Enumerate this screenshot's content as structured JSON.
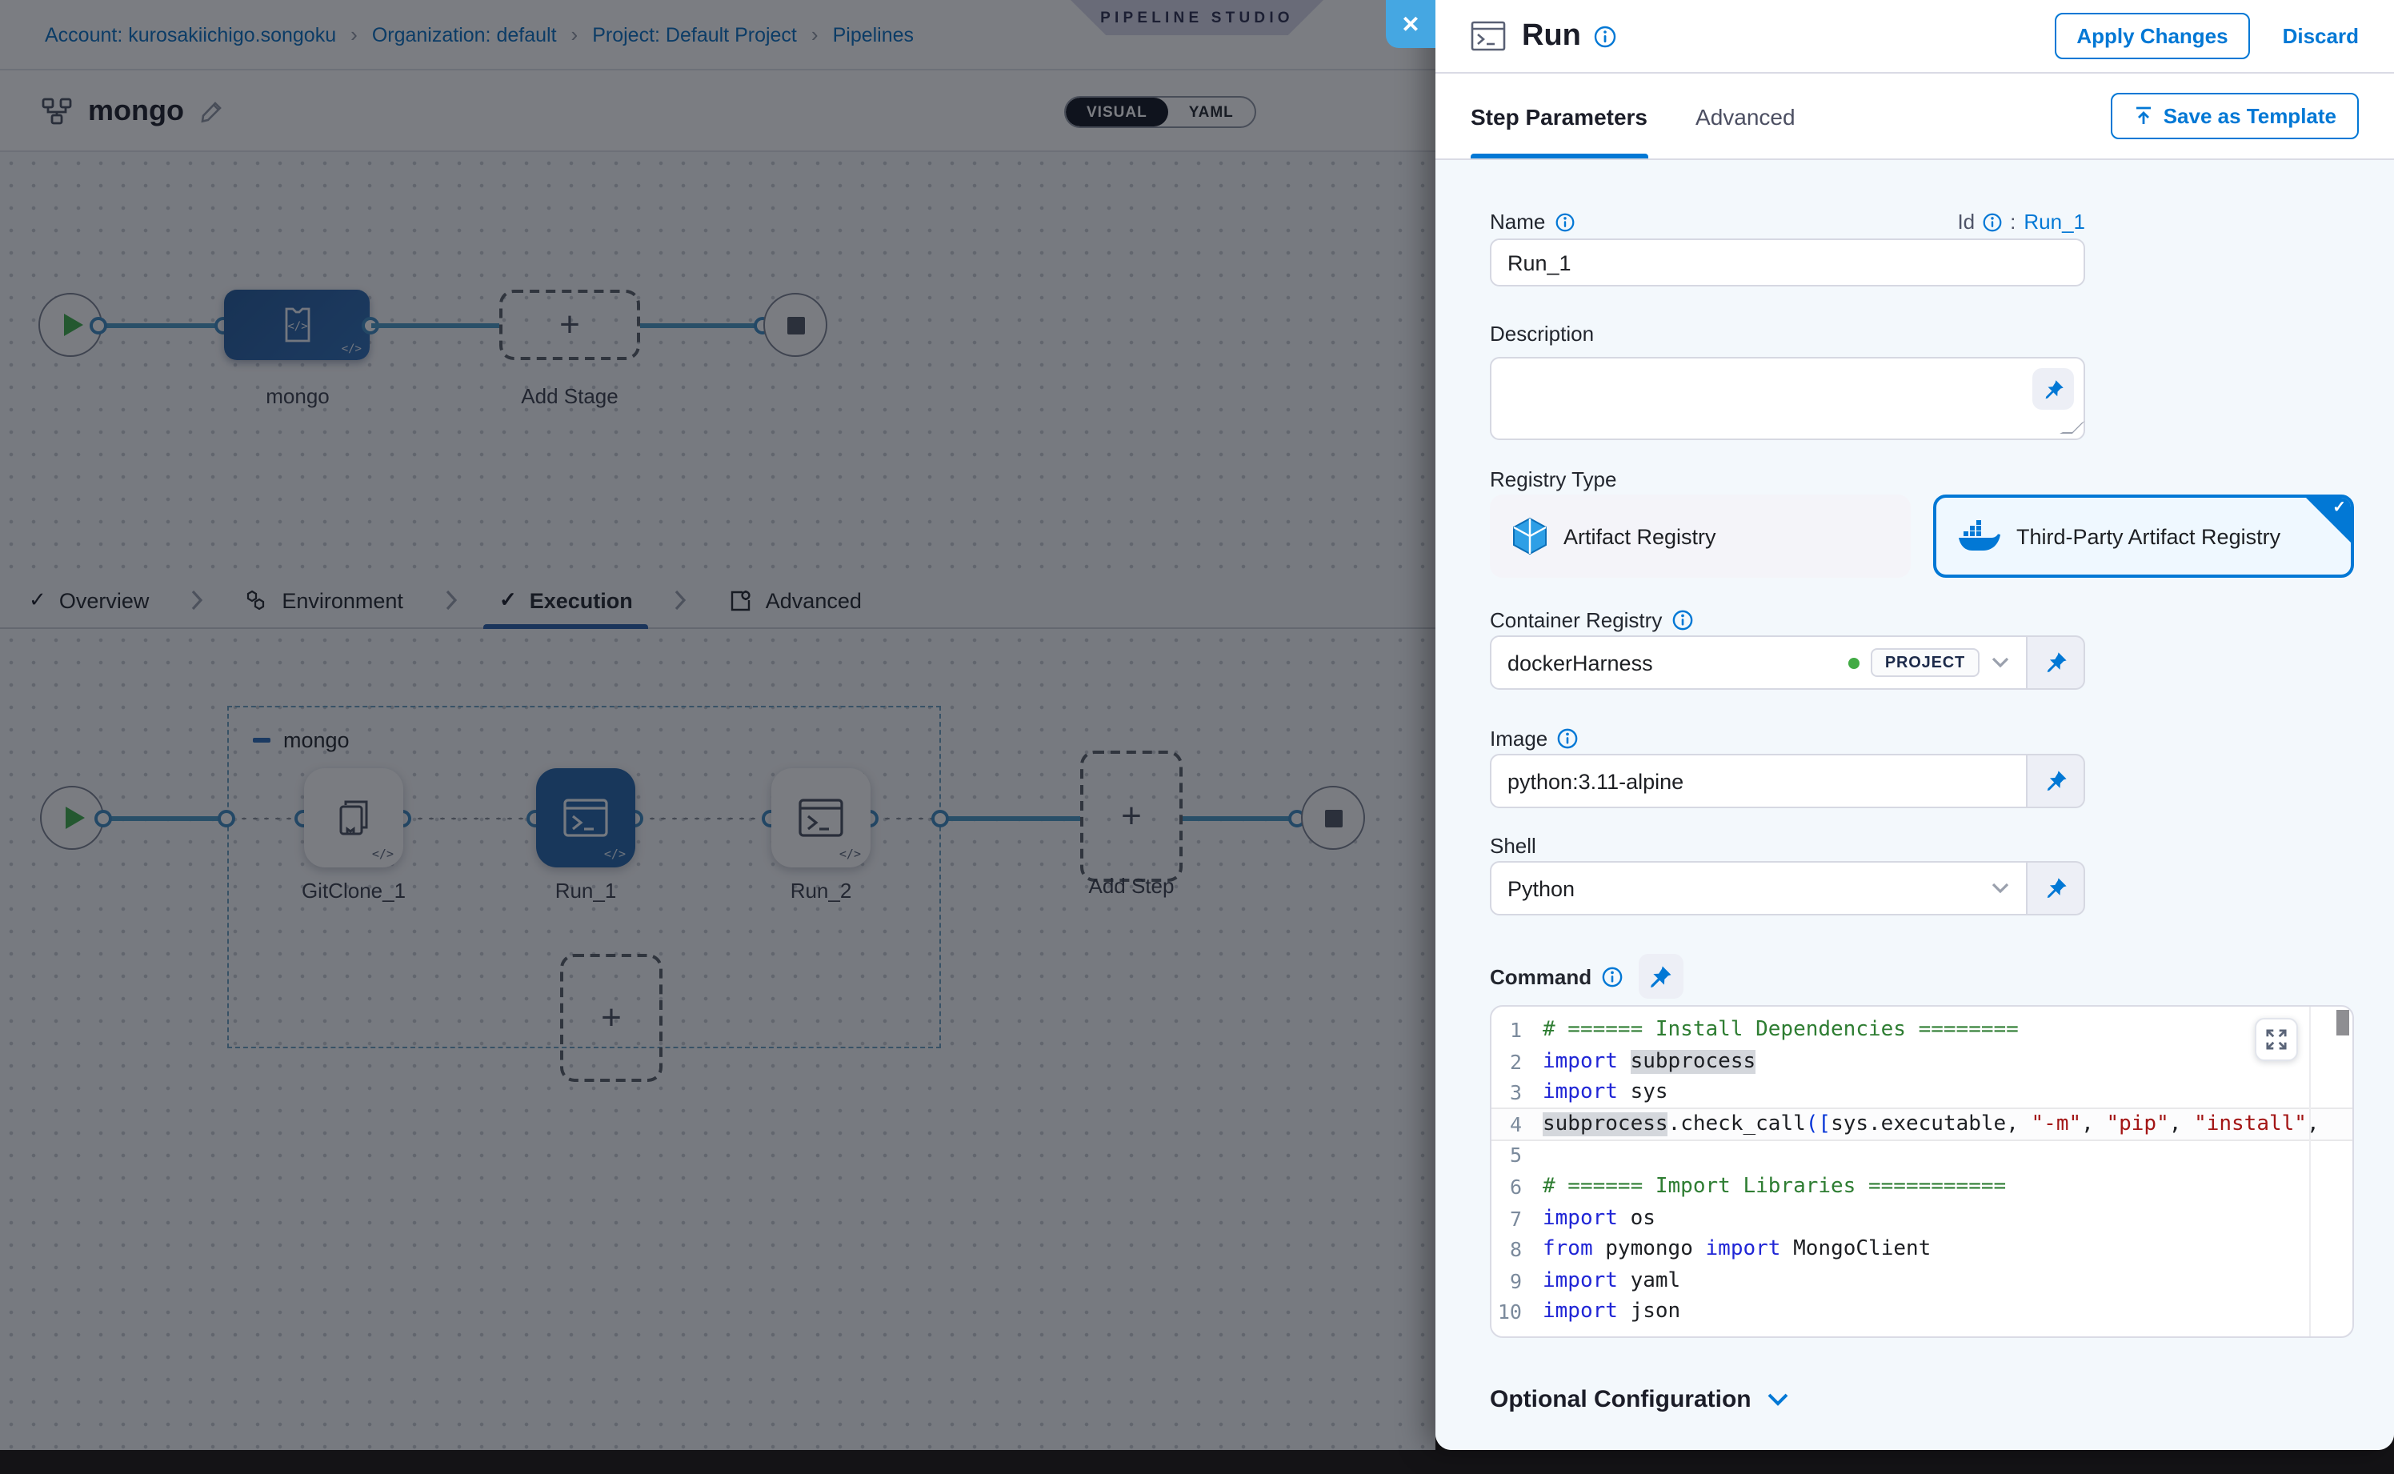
{
  "breadcrumb": {
    "items": [
      {
        "label": "Account: kurosakiichigo.songoku"
      },
      {
        "label": "Organization: default"
      },
      {
        "label": "Project: Default Project"
      },
      {
        "label": "Pipelines"
      }
    ]
  },
  "studio_badge": "PIPELINE STUDIO",
  "pipeline_header": {
    "name": "mongo",
    "view_toggle": {
      "visual": "VISUAL",
      "yaml": "YAML",
      "active": "VISUAL"
    }
  },
  "stage_graph": {
    "stage_label": "mongo",
    "add_stage_label": "Add Stage"
  },
  "stage_tabs": {
    "items": [
      {
        "label": "Overview"
      },
      {
        "label": "Environment"
      },
      {
        "label": "Execution",
        "active": true
      },
      {
        "label": "Advanced"
      }
    ]
  },
  "execution_graph": {
    "group_label": "mongo",
    "steps": [
      {
        "label": "GitClone_1"
      },
      {
        "label": "Run_1",
        "selected": true
      },
      {
        "label": "Run_2"
      }
    ],
    "add_step_label": "Add Step"
  },
  "drawer": {
    "title": "Run",
    "close_label": "✕",
    "apply_label": "Apply Changes",
    "discard_label": "Discard",
    "tabs": {
      "step_parameters": "Step Parameters",
      "advanced": "Advanced"
    },
    "save_as_template_label": "Save as Template",
    "form": {
      "name": {
        "label": "Name",
        "value": "Run_1"
      },
      "id": {
        "label": "Id",
        "separator": ":",
        "value": "Run_1"
      },
      "description": {
        "label": "Description",
        "value": ""
      },
      "registry_type": {
        "label": "Registry Type",
        "options": [
          {
            "label": "Artifact Registry",
            "selected": false
          },
          {
            "label": "Third-Party Artifact Registry",
            "selected": true
          }
        ]
      },
      "container_registry": {
        "label": "Container Registry",
        "value": "dockerHarness",
        "scope_badge": "PROJECT"
      },
      "image": {
        "label": "Image",
        "value": "python:3.11-alpine"
      },
      "shell": {
        "label": "Shell",
        "value": "Python"
      },
      "command": {
        "label": "Command"
      },
      "optional_configuration_label": "Optional Configuration"
    }
  },
  "command_editor": {
    "lines": [
      {
        "num": "1",
        "tokens": [
          {
            "t": "# ====== Install Dependencies ========",
            "c": "cm"
          }
        ]
      },
      {
        "num": "2",
        "tokens": [
          {
            "t": "import",
            "c": "kw"
          },
          {
            "t": " ",
            "c": "tx"
          },
          {
            "t": "subprocess",
            "c": "tx hl"
          }
        ]
      },
      {
        "num": "3",
        "tokens": [
          {
            "t": "import",
            "c": "kw"
          },
          {
            "t": " sys",
            "c": "tx"
          }
        ]
      },
      {
        "num": "4",
        "current": true,
        "tokens": [
          {
            "t": "subprocess",
            "c": "tx hl"
          },
          {
            "t": ".check_call",
            "c": "tx"
          },
          {
            "t": "(",
            "c": "br"
          },
          {
            "t": "[",
            "c": "br"
          },
          {
            "t": "sys.executable",
            "c": "tx"
          },
          {
            "t": ", ",
            "c": "tx"
          },
          {
            "t": "\"-m\"",
            "c": "st"
          },
          {
            "t": ", ",
            "c": "tx"
          },
          {
            "t": "\"pip\"",
            "c": "st"
          },
          {
            "t": ", ",
            "c": "tx"
          },
          {
            "t": "\"install\"",
            "c": "st"
          },
          {
            "t": ",",
            "c": "tx"
          }
        ]
      },
      {
        "num": "5",
        "tokens": []
      },
      {
        "num": "6",
        "tokens": [
          {
            "t": "# ====== Import Libraries ===========",
            "c": "cm"
          }
        ]
      },
      {
        "num": "7",
        "tokens": [
          {
            "t": "import",
            "c": "kw"
          },
          {
            "t": " os",
            "c": "tx"
          }
        ]
      },
      {
        "num": "8",
        "tokens": [
          {
            "t": "from",
            "c": "kw"
          },
          {
            "t": " pymongo ",
            "c": "tx"
          },
          {
            "t": "import",
            "c": "kw"
          },
          {
            "t": " MongoClient",
            "c": "tx"
          }
        ]
      },
      {
        "num": "9",
        "tokens": [
          {
            "t": "import",
            "c": "kw"
          },
          {
            "t": " yaml",
            "c": "tx"
          }
        ]
      },
      {
        "num": "10",
        "tokens": [
          {
            "t": "import",
            "c": "kw"
          },
          {
            "t": " json",
            "c": "tx"
          }
        ]
      }
    ]
  },
  "colors": {
    "accent": "#0278d5",
    "selected_node": "#2565a8",
    "comment_green": "#2e7d32",
    "keyword_blue": "#2026d6",
    "string_red": "#a31515",
    "success_green": "#42ab45"
  }
}
